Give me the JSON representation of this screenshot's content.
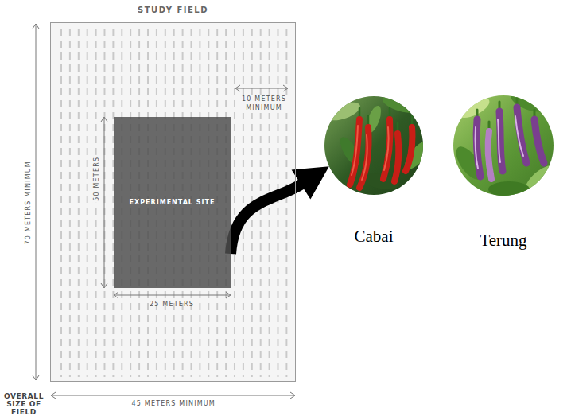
{
  "diagram": {
    "nodes": [
      {
        "text": [
          "STUDY FIELD"
        ]
      },
      {
        "text": [
          "EXPERIMENTAL SITE"
        ],
        "in": 0
      },
      {
        "text": [
          "Cabai"
        ]
      },
      {
        "text": [
          "Terung"
        ]
      }
    ],
    "edges": [
      {
        "from": 1,
        "to": 2,
        "arrow": "to"
      }
    ],
    "labels": [
      "10 METERS MINIMUM",
      "50 METERS",
      "25 METERS",
      "70 METERS MINIMUM",
      "OVERALL SIZE OF FIELD",
      "45 METERS MINIMUM"
    ]
  }
}
